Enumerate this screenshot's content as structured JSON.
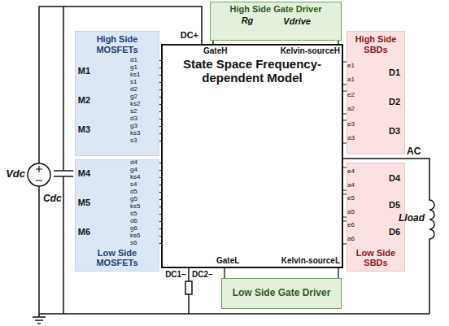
{
  "diagram": {
    "nodes": [
      {
        "text": [
          "High Side MOSFETs"
        ]
      },
      {
        "text": [
          "High Side Gate Driver"
        ]
      },
      {
        "text": [
          "State Space Frequency-dependent Model"
        ]
      },
      {
        "text": [
          "High Side SBDs"
        ]
      },
      {
        "text": [
          "Low Side MOSFETs"
        ]
      },
      {
        "text": [
          "Low Side SBDs"
        ]
      },
      {
        "text": [
          "Low Side Gate Driver"
        ]
      }
    ],
    "edges": [
      {
        "from": 1,
        "to": 2,
        "arrow": "none"
      },
      {
        "from": 2,
        "to": 6,
        "arrow": "none"
      }
    ],
    "labels": [
      "Vdc",
      "Cdc",
      "DC+",
      "GateH",
      "Kelvin-sourceH",
      "Rg",
      "Vdrive",
      "AC",
      "Lload",
      "DC1−",
      "DC2−",
      "GateL",
      "Kelvin-sourceL",
      "M1",
      "d1",
      "g1",
      "ks1",
      "s1",
      "M2",
      "d2",
      "g2",
      "ks2",
      "s2",
      "M3",
      "d3",
      "g3",
      "ks3",
      "s3",
      "M4",
      "d4",
      "g4",
      "ks4",
      "s4",
      "M5",
      "d5",
      "g5",
      "ks5",
      "s5",
      "M6",
      "d6",
      "g6",
      "ks6",
      "s6",
      "D1",
      "e1",
      "a1",
      "D2",
      "e2",
      "a2",
      "D3",
      "e3",
      "a3",
      "D4",
      "e4",
      "a4",
      "D5",
      "e5",
      "a5",
      "D6",
      "e6",
      "a6"
    ]
  }
}
